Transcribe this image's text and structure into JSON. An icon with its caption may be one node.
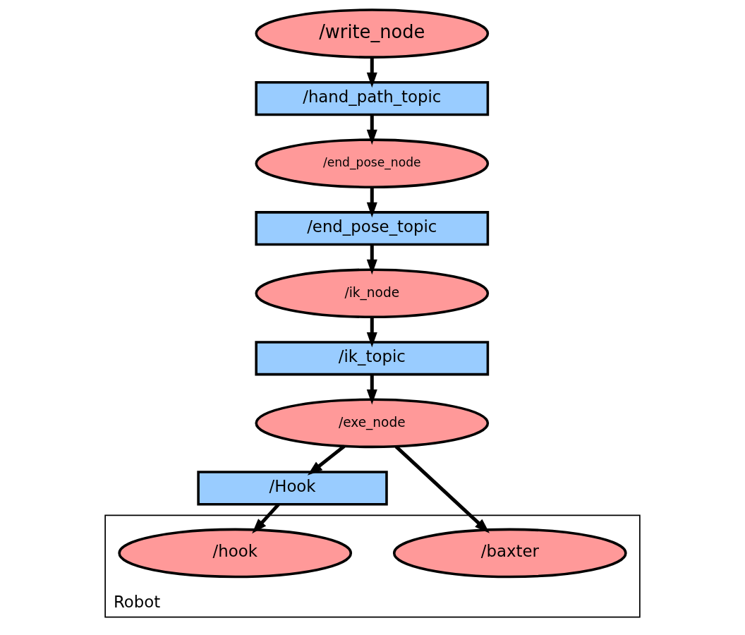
{
  "diagram": {
    "nodes": [
      {
        "text": [
          "/write_node"
        ]
      },
      {
        "text": [
          "/hand_path_topic"
        ]
      },
      {
        "text": [
          "/end_pose_node"
        ]
      },
      {
        "text": [
          "/end_pose_topic"
        ]
      },
      {
        "text": [
          "/ik_node"
        ]
      },
      {
        "text": [
          "/ik_topic"
        ]
      },
      {
        "text": [
          "/exe_node"
        ]
      },
      {
        "text": [
          "/Hook"
        ]
      },
      {
        "text": [
          "Robot"
        ]
      },
      {
        "text": [
          "/hook"
        ],
        "in": 8
      },
      {
        "text": [
          "/baxter"
        ],
        "in": 8
      }
    ],
    "edges": [
      {
        "from": 0,
        "to": 1,
        "arrow": "to"
      },
      {
        "from": 1,
        "to": 2,
        "arrow": "to"
      },
      {
        "from": 2,
        "to": 3,
        "arrow": "to"
      },
      {
        "from": 3,
        "to": 4,
        "arrow": "to"
      },
      {
        "from": 4,
        "to": 5,
        "arrow": "to"
      },
      {
        "from": 5,
        "to": 6,
        "arrow": "to"
      },
      {
        "from": 6,
        "to": 7,
        "arrow": "to"
      },
      {
        "from": 7,
        "to": 9,
        "arrow": "to"
      },
      {
        "from": 6,
        "to": 10,
        "arrow": "to"
      }
    ]
  }
}
